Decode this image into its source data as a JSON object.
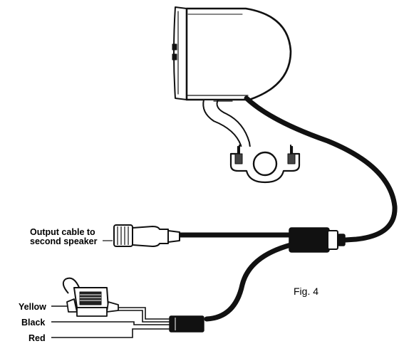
{
  "labels": {
    "output_cable_line1": "Output cable to",
    "output_cable_line2": "second speaker",
    "yellow": "Yellow",
    "black": "Black",
    "red": "Red",
    "figure": "Fig. 4"
  }
}
